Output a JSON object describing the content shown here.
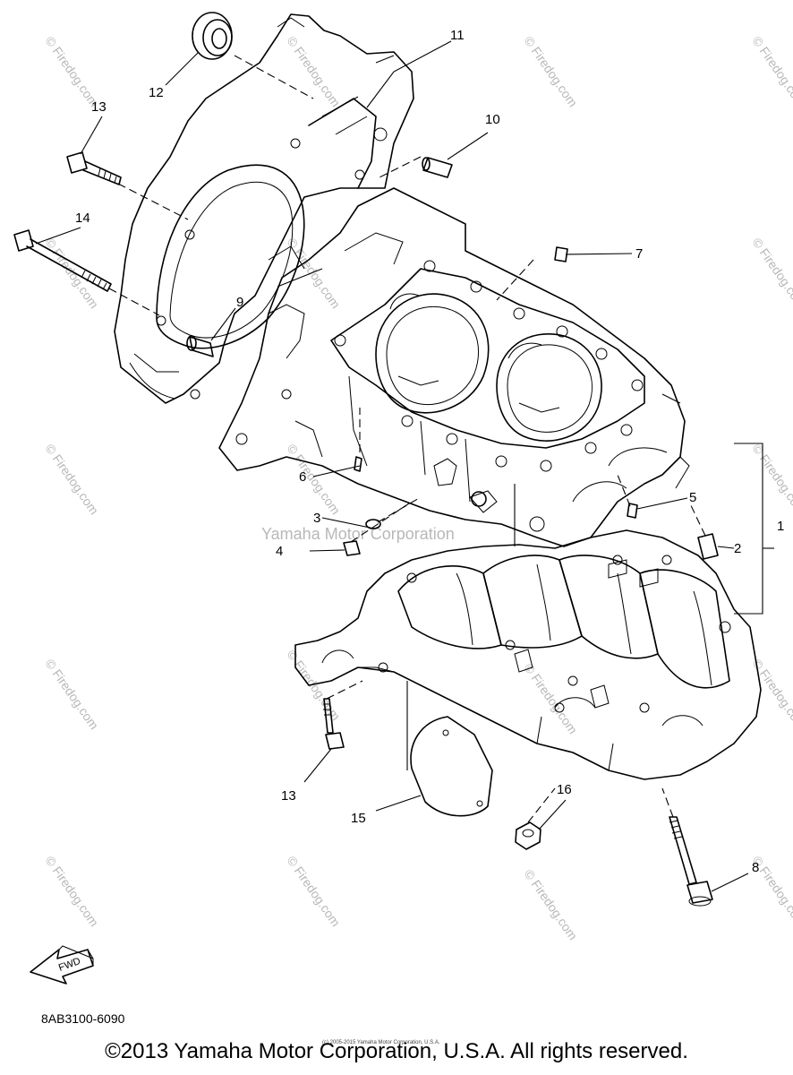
{
  "callouts": [
    "1",
    "2",
    "3",
    "4",
    "5",
    "6",
    "7",
    "8",
    "9",
    "10",
    "11",
    "12",
    "13",
    "13",
    "14",
    "15",
    "16"
  ],
  "fwd_label": "FWD",
  "watermarks": {
    "site": "© Firedog.com",
    "center": "Yamaha Motor Corporation"
  },
  "part_code": "8AB3100-6090",
  "fine_print": "(c) 2005-2015 Yamaha Motor Corporation, U.S.A.",
  "copyright": "©2013 Yamaha Motor Corporation, U.S.A. All rights reserved."
}
